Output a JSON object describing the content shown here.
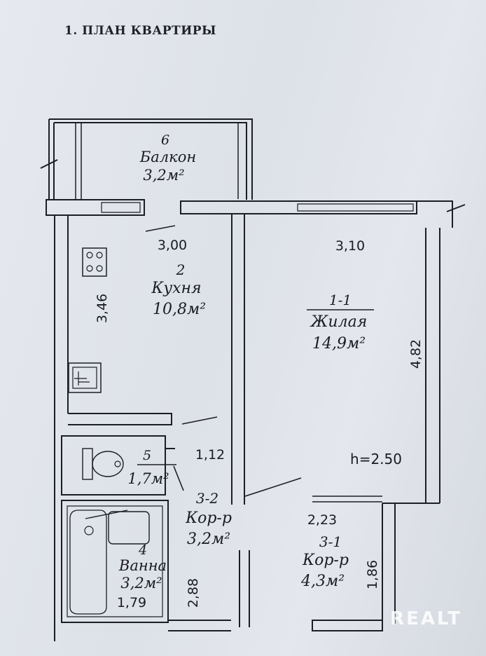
{
  "title": "1. ПЛАН КВАРТИРЫ",
  "rooms": [
    {
      "number": "6",
      "name": "Балкон",
      "area": "3,2м²"
    },
    {
      "number": "2",
      "name": "Кухня",
      "area": "10,8м²"
    },
    {
      "number": "1-1",
      "name": "Жилая",
      "area": "14,9м²"
    },
    {
      "number": "5",
      "name": "",
      "area": "1,7м²"
    },
    {
      "number": "3-2",
      "name": "Кор-р",
      "area": "3,2м²"
    },
    {
      "number": "4",
      "name": "Ванна",
      "area": "3,2м²"
    },
    {
      "number": "3-1",
      "name": "Кор-р",
      "area": "4,3м²"
    }
  ],
  "dimensions": {
    "kitchen_width": "3,00",
    "kitchen_depth": "3,46",
    "living_width": "3,10",
    "living_depth": "4,82",
    "wc_width": "1,12",
    "corridor_width": "2,23",
    "corridor_depth": "1,86",
    "bath_width": "1,79",
    "bath_depth": "2,88"
  },
  "ceiling_height": "h=2.50",
  "watermark": "REALT"
}
